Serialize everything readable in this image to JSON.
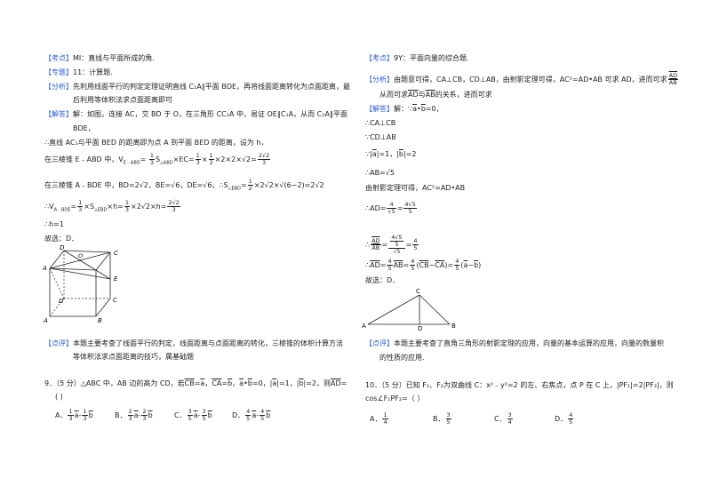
{
  "left": {
    "kaodian_tag": "【考点】",
    "kaodian_text": "MI：直线与平面所成的角.",
    "zhuanti_tag": "【专题】",
    "zhuanti_text": "11：计算题.",
    "fenxi_tag": "【分析】",
    "fenxi_text1": "先利用线面平行的判定定理证明直线 C₁A∥平面 BDE，再将线面距离转化为点面距离，最",
    "fenxi_text2": "后利用等体积法求点面距离即可",
    "jieda_tag": "【解答】",
    "jieda_text1": "解：如图，连接 AC，交 BD 于 O，在三角形 CC₁A 中，易证 OE∥C₁A，从而 C₁A∥平面",
    "jieda_text2": "BDE，",
    "line1": "∴直线 AC₁与平面 BED 的距离即为点 A 到平面 BED 的距离，设为 h，",
    "line2_a": "在三棱锥 E﹣ABD 中，V",
    "line2_sub": "E﹣ABD",
    "line2_b": "= ",
    "line2_c": "S",
    "line2_c_sub": "△ABD",
    "line2_d": "×EC=",
    "line2_e": "×",
    "line2_f": "×2×2×√2=",
    "line3_a": "在三棱锥 A﹣BDE 中，BD=2√2，BE=√6，DE=√6，∴S",
    "line3_sub": "△EBD",
    "line3_b": "=",
    "line3_c": "×2√2×√(6−2)=2√2",
    "line4_a": "∴V",
    "line4_sub": "A﹣BDE",
    "line4_b": "=",
    "line4_c": "×S",
    "line4_c_sub": "△EBD",
    "line4_d": "×h=",
    "line4_e": "×2√2×h=",
    "line5": "∴h=1",
    "line6": "故选：D．",
    "dianping_tag": "【点评】",
    "dianping_text1": "本题主要考查了线面平行的判定，线面距离与点面距离的转化，三棱锥的体积计算方法",
    "dianping_text2": "等体积法求点面距离的技巧，属基础题",
    "q9_text": "9．（5 分）△ABC 中，AB 边的高为 CD，若",
    "q9_text2": "=",
    "q9_text3": "，",
    "q9_text4": "=",
    "q9_text5": "，",
    "q9_text6": "•",
    "q9_text7": "=0，|",
    "q9_text8": "|=1，|",
    "q9_text9": "|=2，则",
    "q9_text10": "=",
    "q9_paren": "(        )",
    "q9_opts": [
      "A．",
      "B．",
      "C．",
      "D．"
    ],
    "fig_labels": {
      "D1": "D",
      "A1top": "A",
      "C1": "C",
      "O": "O",
      "E": "E",
      "D": "D",
      "C": "C",
      "A1": "A",
      "B1": "B",
      "sub1": "1"
    }
  },
  "right": {
    "kaodian_tag": "【考点】",
    "kaodian_text": "9Y：平面向量的综合题.",
    "fenxi_tag": "【分析】",
    "fenxi_text1": "由题意可得，CA⊥CB，CD⊥AB，由射影定理可得，AC²=AD•AB 可求 AD，进而可求",
    "fenxi_text2": "从而可求",
    "fenxi_text3": "与",
    "fenxi_text4": "的关系，进而可求",
    "jieda_tag": "【解答】",
    "jieda_text": "解：∵",
    "jieda_text2": "•",
    "jieda_text3": "=0，",
    "l1": "∴CA⊥CB",
    "l2": "∵CD⊥AB",
    "l3_a": "∵|",
    "l3_b": "|=1，|",
    "l3_c": "|=2",
    "l4": "∴AB=√5",
    "l5": "由射影定理可得，AC²=AD•AB",
    "l6_a": "∴AD=",
    "l6_b": "=",
    "l7_a": "∴",
    "l7_b": "=",
    "l7_c": "=",
    "l8_a": "∴",
    "l8_b": "=",
    "l8_c": "=",
    "l8_d": "(",
    "l8_e": "−",
    "l8_f": ")=",
    "l8_g": "(",
    "l8_h": "−",
    "l8_i": ")",
    "l9": "故选：D．",
    "tri": {
      "C": "C",
      "A": "A",
      "D": "D",
      "B": "B"
    },
    "dianping_tag": "【点评】",
    "dianping_text1": "本题主要考查了直角三角形的射影定理的应用，向量的基本运算的应用，向量的数量积",
    "dianping_text2": "的性质的应用.",
    "q10_text": "10．（5 分）已知 F₁、F₂为双曲线 C：x²﹣y²=2 的左、右焦点，点 P 在 C 上，|PF₁|=2|PF₂|，则",
    "q10_text2": "cos∠F₁PF₂=（        ）",
    "q10_opts": [
      "A．",
      "B．",
      "C．",
      "D．"
    ]
  },
  "fractions": {
    "one": "1",
    "two": "2",
    "three": "3",
    "four": "4",
    "five": "5",
    "twosqrt2": "2√2",
    "sqrt5": "√5",
    "foursqrt5_num": "4√5",
    "foursqrt5": "4√5",
    "AD": "AD",
    "AB": "AB"
  },
  "vec": {
    "a": "a",
    "b": "b",
    "CB": "CB",
    "CA": "CA",
    "AD": "AD",
    "AB": "AB"
  },
  "q9_options": [
    {
      "n1": "1",
      "d1": "3",
      "v1": "a",
      "op": "-",
      "n2": "1",
      "d2": "3",
      "v2": "b"
    },
    {
      "n1": "2",
      "d1": "3",
      "v1": "a",
      "op": "-",
      "n2": "2",
      "d2": "3",
      "v2": "b"
    },
    {
      "n1": "3",
      "d1": "5",
      "v1": "a",
      "op": "-",
      "n2": "3",
      "d2": "5",
      "v2": "b"
    },
    {
      "n1": "4",
      "d1": "5",
      "v1": "a",
      "op": "-",
      "n2": "4",
      "d2": "5",
      "v2": "b"
    }
  ],
  "q10_options": [
    {
      "n": "1",
      "d": "4"
    },
    {
      "n": "3",
      "d": "5"
    },
    {
      "n": "3",
      "d": "4"
    },
    {
      "n": "4",
      "d": "5"
    }
  ]
}
